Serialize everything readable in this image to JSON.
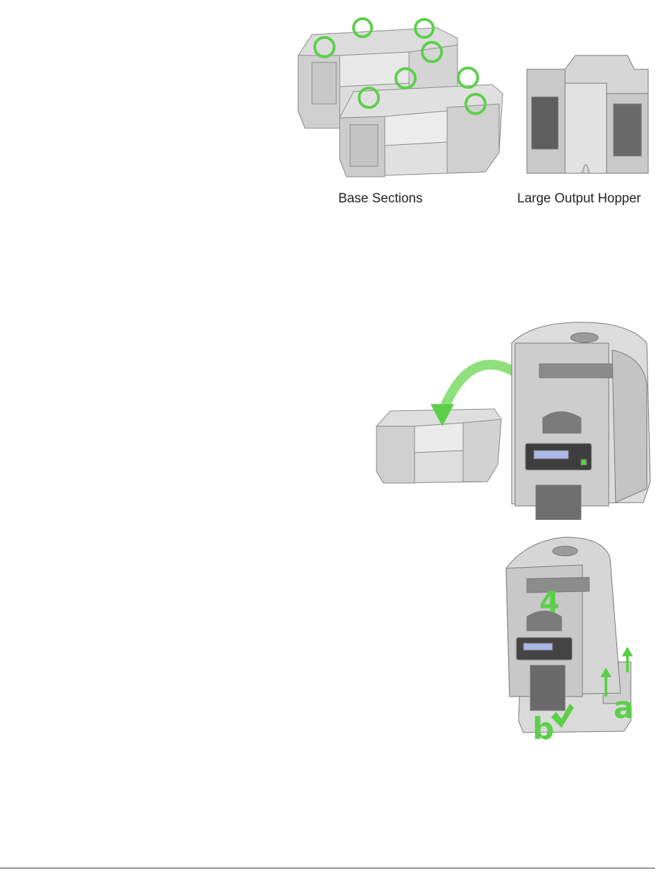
{
  "figure1": {
    "captions": {
      "left": "Base Sections",
      "right": "Large Output Hopper"
    }
  },
  "figure2": {},
  "figure3": {
    "labels": {
      "step": "4",
      "a": "a",
      "b": "b"
    }
  },
  "colors": {
    "accent_green": "#5ccf4a",
    "body_grey": "#d9d9d9",
    "dark_grey": "#6e6e6e"
  }
}
